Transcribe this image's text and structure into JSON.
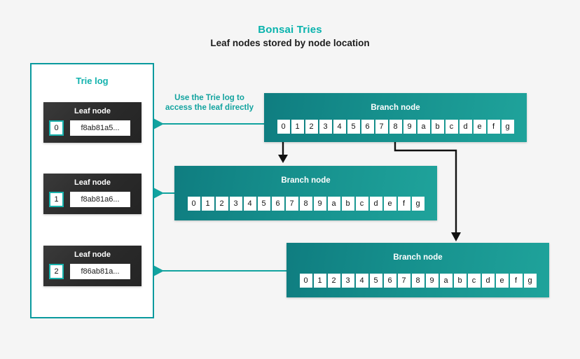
{
  "header": {
    "title": "Bonsai Tries",
    "subtitle": "Leaf nodes stored by node location",
    "title_color": "#09b3ad"
  },
  "trie_log": {
    "title": "Trie log",
    "border_color": "#0a9a9e",
    "leaf_label": "Leaf node",
    "leaves": [
      {
        "index": "0",
        "hash": "f8ab81a5..."
      },
      {
        "index": "1",
        "hash": "f8ab81a6..."
      },
      {
        "index": "2",
        "hash": "f86ab81a..."
      }
    ]
  },
  "annotation": {
    "line1": "Use the Trie log to",
    "line2": "access the leaf directly",
    "color": "#12a39f"
  },
  "branch_nodes": [
    {
      "label": "Branch node",
      "cells": [
        "0",
        "1",
        "2",
        "3",
        "4",
        "5",
        "6",
        "7",
        "8",
        "9",
        "a",
        "b",
        "c",
        "d",
        "e",
        "f",
        "g"
      ]
    },
    {
      "label": "Branch node",
      "cells": [
        "0",
        "1",
        "2",
        "3",
        "4",
        "5",
        "6",
        "7",
        "8",
        "9",
        "a",
        "b",
        "c",
        "d",
        "e",
        "f",
        "g"
      ]
    },
    {
      "label": "Branch node",
      "cells": [
        "0",
        "1",
        "2",
        "3",
        "4",
        "5",
        "6",
        "7",
        "8",
        "9",
        "a",
        "b",
        "c",
        "d",
        "e",
        "f",
        "g"
      ]
    }
  ],
  "colors": {
    "background": "#f5f5f5",
    "teal": "#12a39f",
    "branch_fill_start": "#0f7d80",
    "branch_fill_end": "#1fa39b",
    "leaf_fill": "#2a2a2a",
    "arrow_black": "#111111"
  }
}
